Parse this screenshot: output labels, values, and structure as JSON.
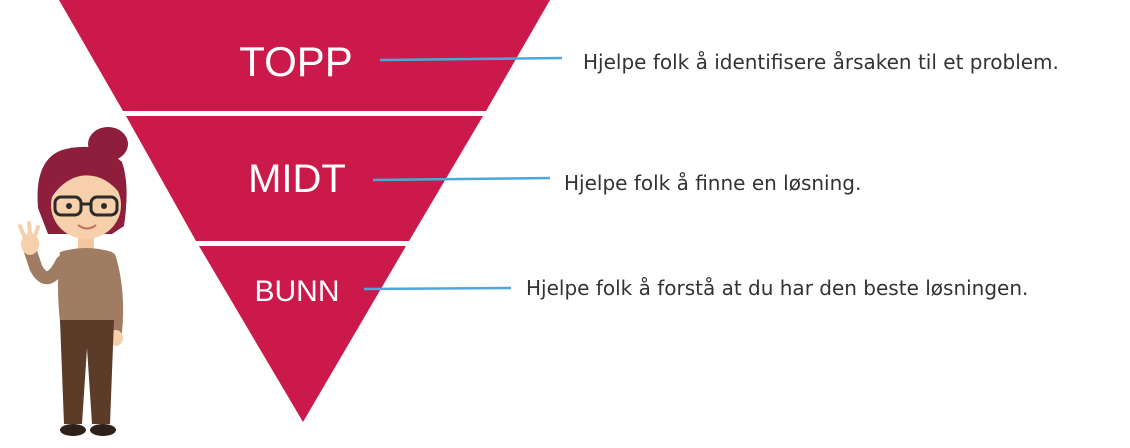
{
  "colors": {
    "funnel": "#cb1a4a",
    "divider": "#ffffff",
    "connector": "#4aa8df",
    "label_text": "#ffffff",
    "description_text": "#333333"
  },
  "funnel": {
    "levels": [
      {
        "label": "TOPP",
        "description": "Hjelpe folk å identifisere årsaken til et problem."
      },
      {
        "label": "MIDT",
        "description": "Hjelpe folk å finne en løsning."
      },
      {
        "label": "BUNN",
        "description": "Hjelpe folk å forstå at du har den beste løsningen."
      }
    ]
  },
  "illustration": {
    "character": "woman-waving-icon",
    "hair_color": "#8e1f3c",
    "sweater_color": "#a07c63",
    "pants_color": "#5a3c28"
  }
}
